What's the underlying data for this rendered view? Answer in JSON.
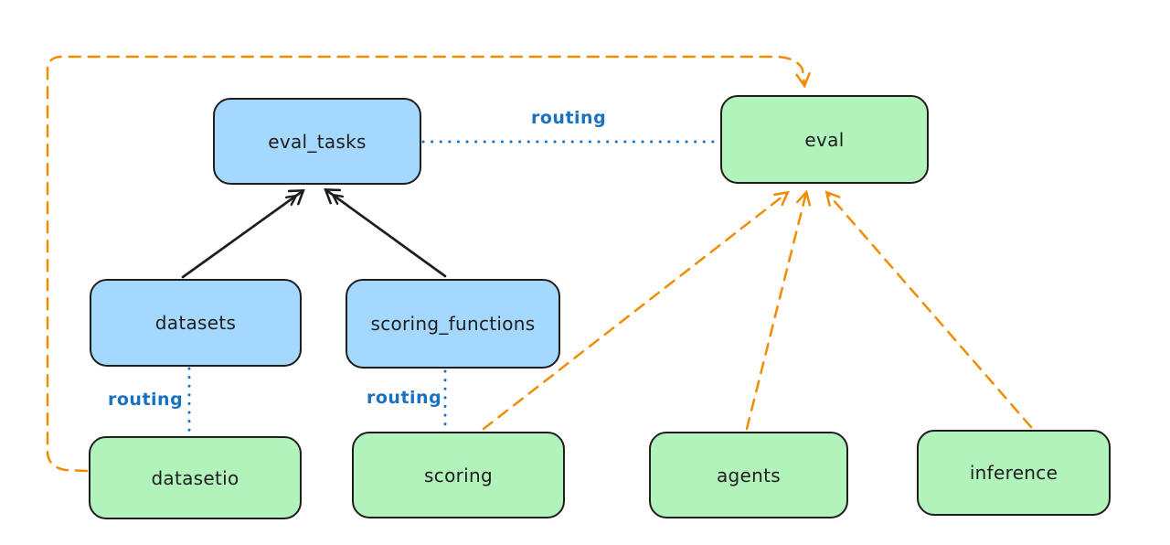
{
  "diagram": {
    "kind": "architecture-diagram",
    "nodes": {
      "eval_tasks": {
        "label": "eval_tasks",
        "fill": "#a5d8ff",
        "role": "resource"
      },
      "eval": {
        "label": "eval",
        "fill": "#b2f2bb",
        "role": "api"
      },
      "datasets": {
        "label": "datasets",
        "fill": "#a5d8ff",
        "role": "resource"
      },
      "scoring_functions": {
        "label": "scoring_functions",
        "fill": "#a5d8ff",
        "role": "resource"
      },
      "datasetio": {
        "label": "datasetio",
        "fill": "#b2f2bb",
        "role": "api"
      },
      "scoring": {
        "label": "scoring",
        "fill": "#b2f2bb",
        "role": "api"
      },
      "agents": {
        "label": "agents",
        "fill": "#b2f2bb",
        "role": "api"
      },
      "inference": {
        "label": "inference",
        "fill": "#b2f2bb",
        "role": "api"
      }
    },
    "labels": {
      "routing_top": "routing",
      "routing_datasetio": "routing",
      "routing_scoring": "routing"
    },
    "edges": [
      {
        "from": "datasets",
        "to": "eval_tasks",
        "style": "solid",
        "color": "#1e1e1e",
        "arrow": true
      },
      {
        "from": "scoring_functions",
        "to": "eval_tasks",
        "style": "solid",
        "color": "#1e1e1e",
        "arrow": true
      },
      {
        "from": "eval_tasks",
        "to": "eval",
        "style": "dotted",
        "color": "#1971c2",
        "arrow": false,
        "label": "routing"
      },
      {
        "from": "datasets",
        "to": "datasetio",
        "style": "dotted",
        "color": "#1971c2",
        "arrow": false,
        "label": "routing"
      },
      {
        "from": "scoring_functions",
        "to": "scoring",
        "style": "dotted",
        "color": "#1971c2",
        "arrow": false,
        "label": "routing"
      },
      {
        "from": "datasetio",
        "to": "eval",
        "style": "dashed",
        "color": "#f08c00",
        "arrow": true
      },
      {
        "from": "scoring",
        "to": "eval",
        "style": "dashed",
        "color": "#f08c00",
        "arrow": true
      },
      {
        "from": "agents",
        "to": "eval",
        "style": "dashed",
        "color": "#f08c00",
        "arrow": true
      },
      {
        "from": "inference",
        "to": "eval",
        "style": "dashed",
        "color": "#f08c00",
        "arrow": true
      }
    ],
    "colors": {
      "node_blue_fill": "#a5d8ff",
      "node_green_fill": "#b2f2bb",
      "stroke_black": "#1e1e1e",
      "routing_blue": "#1971c2",
      "provider_orange": "#f08c00",
      "background": "#ffffff"
    }
  }
}
